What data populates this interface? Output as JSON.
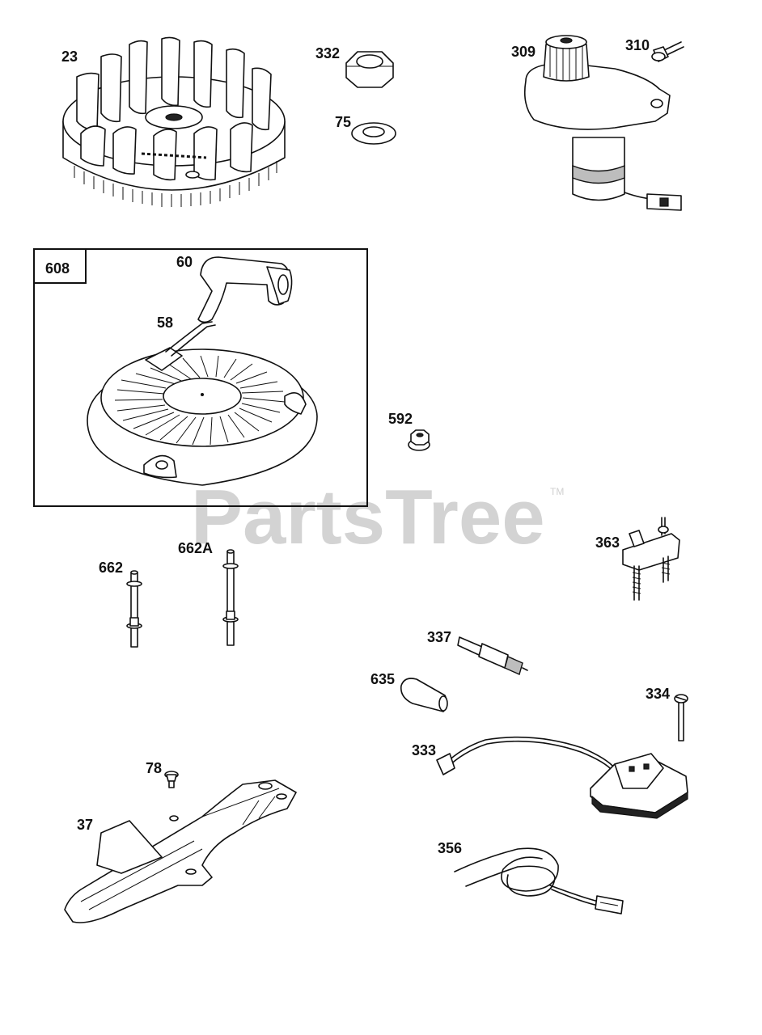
{
  "watermark": {
    "text": "PartsTree",
    "trademark": "TM"
  },
  "parts": [
    {
      "id": "part-23",
      "label": "23"
    },
    {
      "id": "part-332",
      "label": "332"
    },
    {
      "id": "part-75",
      "label": "75"
    },
    {
      "id": "part-309",
      "label": "309"
    },
    {
      "id": "part-310",
      "label": "310"
    },
    {
      "id": "part-608",
      "label": "608"
    },
    {
      "id": "part-60",
      "label": "60"
    },
    {
      "id": "part-58",
      "label": "58"
    },
    {
      "id": "part-592",
      "label": "592"
    },
    {
      "id": "part-363",
      "label": "363"
    },
    {
      "id": "part-662",
      "label": "662"
    },
    {
      "id": "part-662a",
      "label": "662A"
    },
    {
      "id": "part-337",
      "label": "337"
    },
    {
      "id": "part-635",
      "label": "635"
    },
    {
      "id": "part-334",
      "label": "334"
    },
    {
      "id": "part-333",
      "label": "333"
    },
    {
      "id": "part-78",
      "label": "78"
    },
    {
      "id": "part-37",
      "label": "37"
    },
    {
      "id": "part-356",
      "label": "356"
    }
  ]
}
